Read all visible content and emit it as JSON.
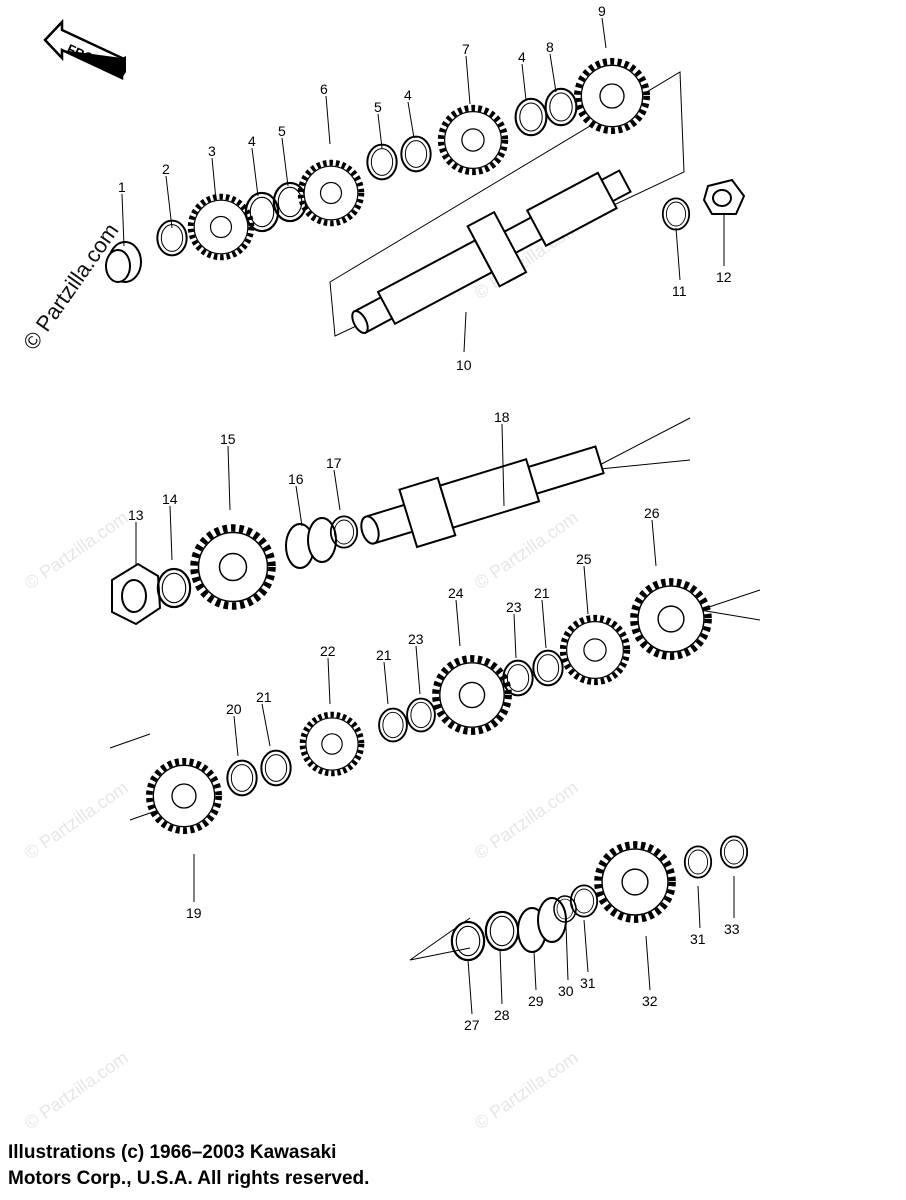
{
  "front_tag": {
    "label": "FRONT"
  },
  "watermark": {
    "text": "© Partzilla.com"
  },
  "side_watermark": {
    "text": "© Partzilla.com"
  },
  "copyright": {
    "line1": "Illustrations (c) 1966–2003 Kawasaki",
    "line2": "Motors Corp., U.S.A.  All rights reserved."
  },
  "callouts": [
    {
      "id": "c1",
      "text": "1"
    },
    {
      "id": "c2",
      "text": "2"
    },
    {
      "id": "c3",
      "text": "3"
    },
    {
      "id": "c4a",
      "text": "4"
    },
    {
      "id": "c5a",
      "text": "5"
    },
    {
      "id": "c6",
      "text": "6"
    },
    {
      "id": "c5b",
      "text": "5"
    },
    {
      "id": "c4b",
      "text": "4"
    },
    {
      "id": "c7",
      "text": "7"
    },
    {
      "id": "c4c",
      "text": "4"
    },
    {
      "id": "c8",
      "text": "8"
    },
    {
      "id": "c9",
      "text": "9"
    },
    {
      "id": "c10",
      "text": "10"
    },
    {
      "id": "c11",
      "text": "11"
    },
    {
      "id": "c12",
      "text": "12"
    },
    {
      "id": "c13",
      "text": "13"
    },
    {
      "id": "c14",
      "text": "14"
    },
    {
      "id": "c15",
      "text": "15"
    },
    {
      "id": "c16",
      "text": "16"
    },
    {
      "id": "c17",
      "text": "17"
    },
    {
      "id": "c18",
      "text": "18"
    },
    {
      "id": "c19",
      "text": "19"
    },
    {
      "id": "c20",
      "text": "20"
    },
    {
      "id": "c21a",
      "text": "21"
    },
    {
      "id": "c22",
      "text": "22"
    },
    {
      "id": "c21b",
      "text": "21"
    },
    {
      "id": "c23a",
      "text": "23"
    },
    {
      "id": "c24",
      "text": "24"
    },
    {
      "id": "c23b",
      "text": "23"
    },
    {
      "id": "c21c",
      "text": "21"
    },
    {
      "id": "c25",
      "text": "25"
    },
    {
      "id": "c26",
      "text": "26"
    },
    {
      "id": "c27",
      "text": "27"
    },
    {
      "id": "c28",
      "text": "28"
    },
    {
      "id": "c29",
      "text": "29"
    },
    {
      "id": "c30",
      "text": "30"
    },
    {
      "id": "c31a",
      "text": "31"
    },
    {
      "id": "c32",
      "text": "32"
    },
    {
      "id": "c31b",
      "text": "31"
    },
    {
      "id": "c33",
      "text": "33"
    }
  ]
}
